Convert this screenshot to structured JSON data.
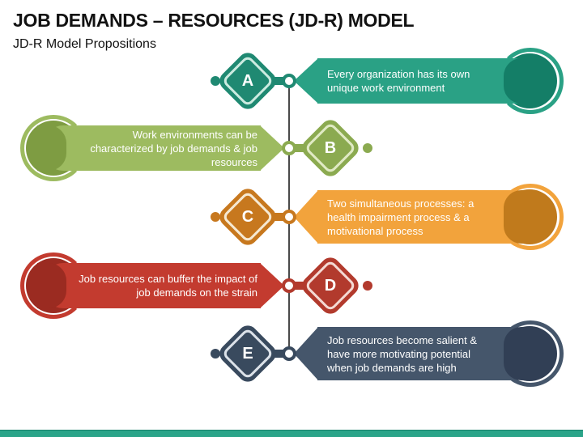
{
  "header": {
    "title": "JOB DEMANDS – RESOURCES (JD-R) MODEL",
    "subtitle": "JD-R Model Propositions"
  },
  "rows": [
    {
      "letter": "A",
      "side": "right",
      "text": "Every organization has its own unique work environment",
      "colors": {
        "main": "#2AA185",
        "dark": "#147E67",
        "diamond": "#1F8972",
        "light": "#CBEBE0"
      }
    },
    {
      "letter": "B",
      "side": "left",
      "text": "Work environments can be characterized by job demands & job resources",
      "colors": {
        "main": "#9DBB60",
        "dark": "#7E9C42",
        "diamond": "#8BAA50",
        "light": "#E0EAC4"
      }
    },
    {
      "letter": "C",
      "side": "right",
      "text": "Two simultaneous processes: a health impairment process & a motivational process",
      "colors": {
        "main": "#F2A33C",
        "dark": "#C07A1C",
        "diamond": "#C7781E",
        "light": "#F6E9D2"
      }
    },
    {
      "letter": "D",
      "side": "left",
      "text": "Job resources can buffer the impact of job demands on the strain",
      "colors": {
        "main": "#C33B2F",
        "dark": "#9B2B21",
        "diamond": "#B23A2D",
        "light": "#F4D9D3"
      }
    },
    {
      "letter": "E",
      "side": "right",
      "text": "Job resources become salient & have more motivating potential when job demands are high",
      "colors": {
        "main": "#45566B",
        "dark": "#313F55",
        "diamond": "#394A5E",
        "light": "#DCE2E9"
      }
    }
  ],
  "footer": {
    "bar_color": "#2AA489"
  }
}
